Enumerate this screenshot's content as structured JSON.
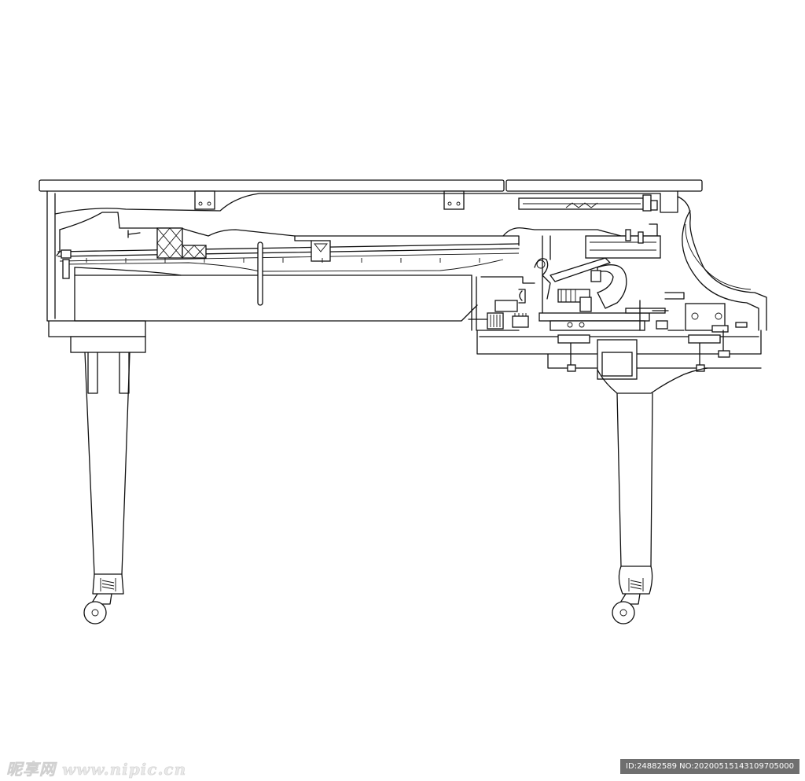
{
  "image": {
    "subject": "piano-side-section",
    "stroke_color": "#111111",
    "background": "#ffffff"
  },
  "watermark": {
    "site_text": "昵享网 www.nipic.cn",
    "id_text": "ID:24882589 NO:20200515143109705000",
    "id_bg": "#6f6f6f"
  }
}
